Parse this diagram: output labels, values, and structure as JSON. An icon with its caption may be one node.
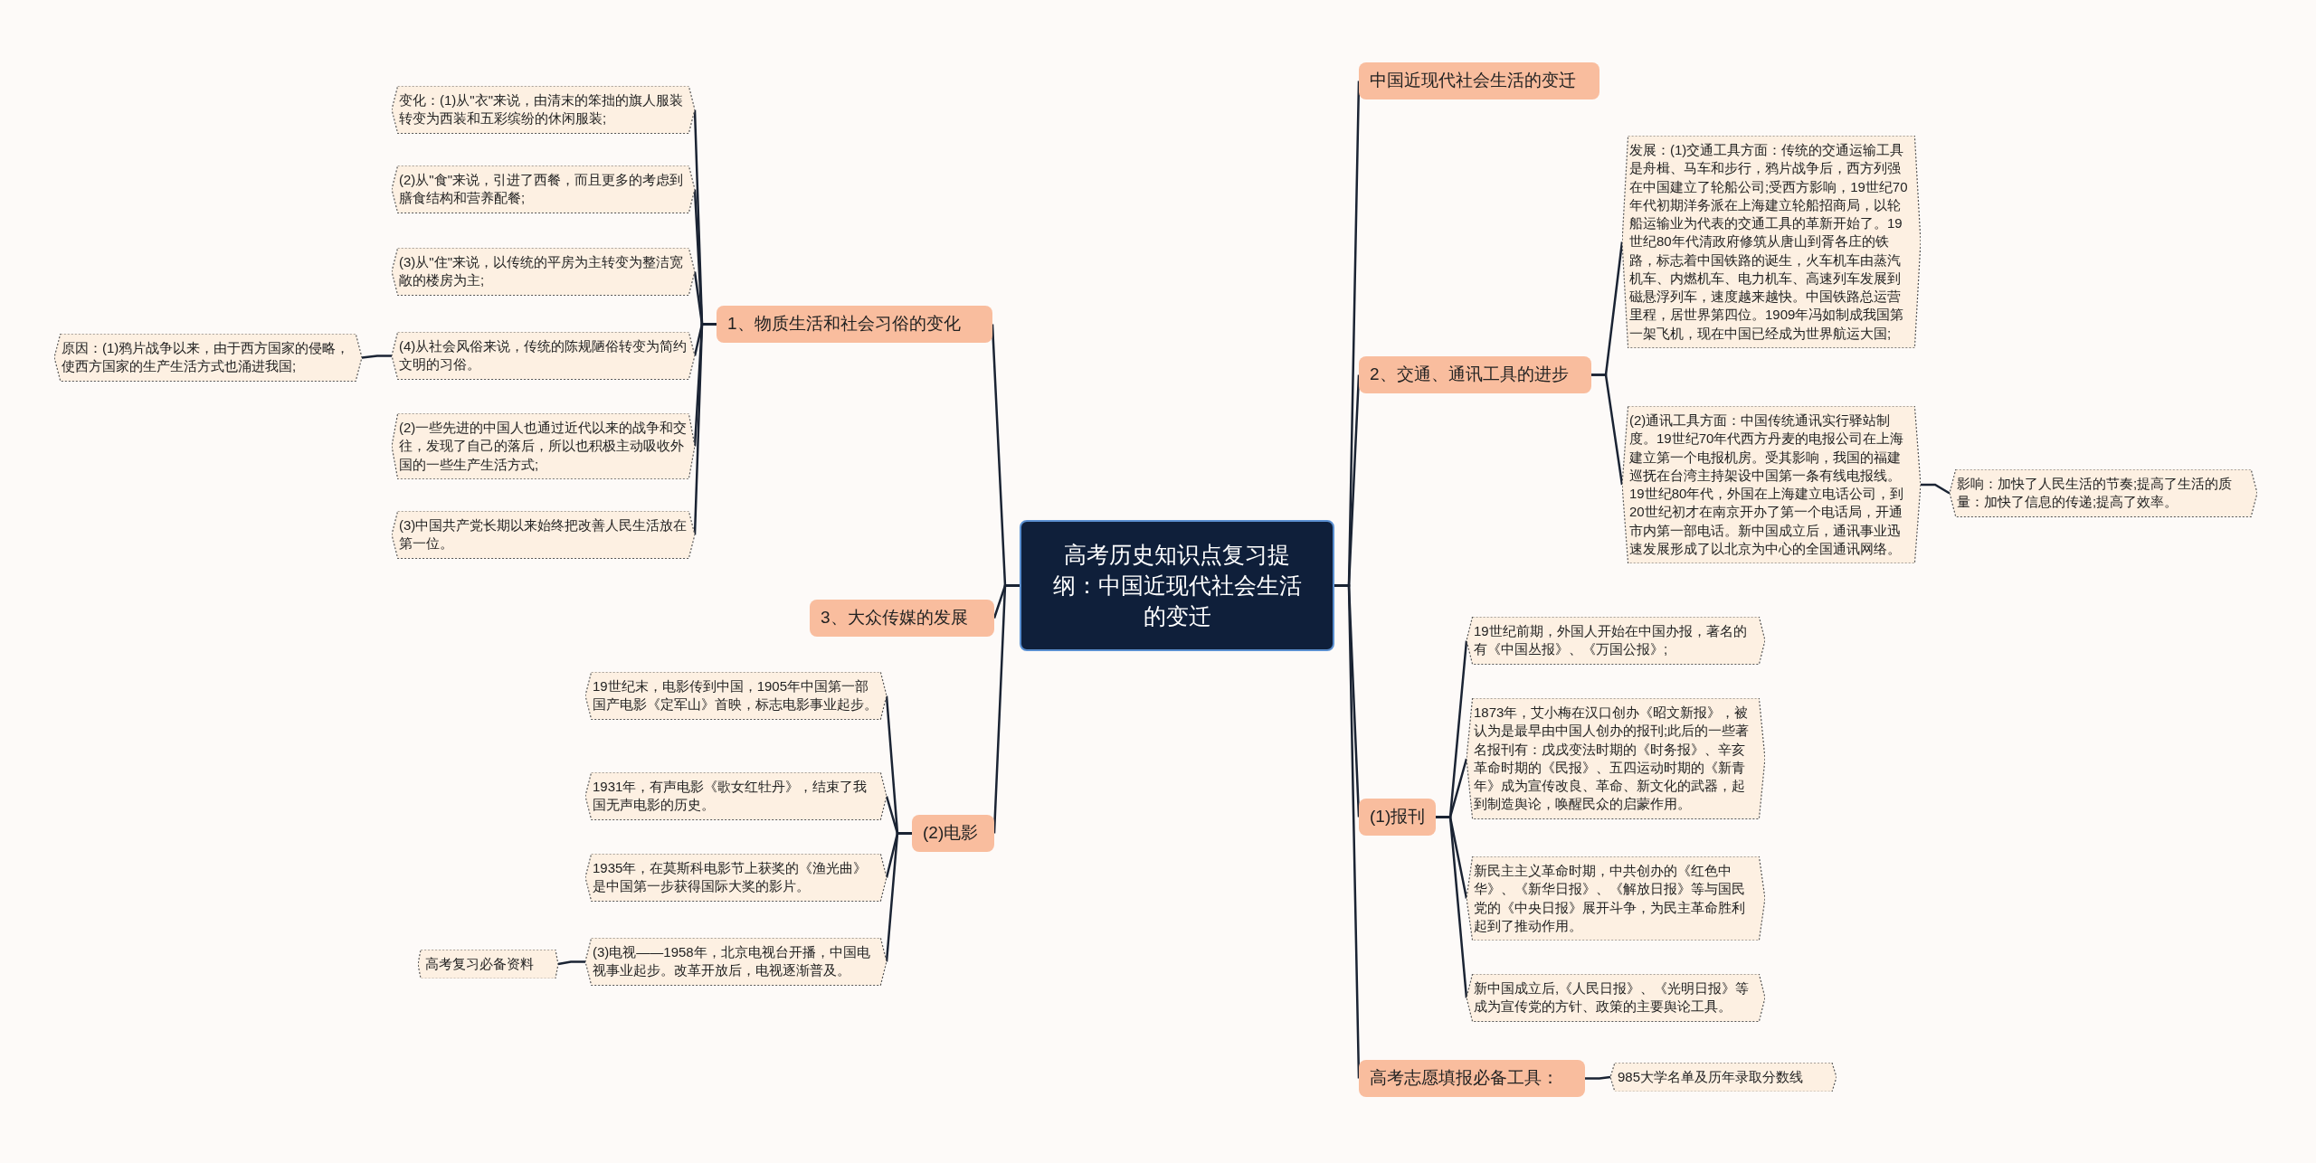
{
  "diagram": {
    "nodes": [
      {
        "text": [
          "高考历史知识点复习提纲：中国近现代社会生活的变迁"
        ]
      },
      {
        "text": [
          "1、物质生活和社会习俗的变化"
        ]
      },
      {
        "text": [
          "变化：(1)从\"衣\"来说，由清末的笨拙的旗人服装转变为西装和五彩缤纷的休闲服装;"
        ]
      },
      {
        "text": [
          "(2)从\"食\"来说，引进了西餐，而且更多的考虑到膳食结构和营养配餐;"
        ]
      },
      {
        "text": [
          "(3)从\"住\"来说，以传统的平房为主转变为整洁宽敞的楼房为主;"
        ]
      },
      {
        "text": [
          "(4)从社会风俗来说，传统的陈规陋俗转变为简约文明的习俗。"
        ]
      },
      {
        "text": [
          "(2)一些先进的中国人也通过近代以来的战争和交往，发现了自己的落后，所以也积极主动吸收外国的一些生产生活方式;"
        ]
      },
      {
        "text": [
          "(3)中国共产党长期以来始终把改善人民生活放在第一位。"
        ]
      },
      {
        "text": [
          "原因：(1)鸦片战争以来，由于西方国家的侵略，使西方国家的生产生活方式也涌进我国;"
        ]
      },
      {
        "text": [
          "3、大众传媒的发展"
        ]
      },
      {
        "text": [
          "(2)电影"
        ]
      },
      {
        "text": [
          "19世纪末，电影传到中国，1905年中国第一部国产电影《定军山》首映，标志电影事业起步。"
        ]
      },
      {
        "text": [
          "1931年，有声电影《歌女红牡丹》，结束了我国无声电影的历史。"
        ]
      },
      {
        "text": [
          "1935年，在莫斯科电影节上获奖的《渔光曲》是中国第一步获得国际大奖的影片。"
        ]
      },
      {
        "text": [
          "(3)电视——1958年，北京电视台开播，中国电视事业起步。改革开放后，电视逐渐普及。"
        ]
      },
      {
        "text": [
          "高考复习必备资料"
        ]
      },
      {
        "text": [
          "中国近现代社会生活的变迁"
        ]
      },
      {
        "text": [
          "2、交通、通讯工具的进步"
        ]
      },
      {
        "text": [
          "发展：(1)交通工具方面：传统的交通运输工具是舟楫、马车和步行，鸦片战争后，西方列强在中国建立了轮船公司;受西方影响，19世纪70年代初期洋务派在上海建立轮船招商局，以轮船运输业为代表的交通工具的革新开始了。19世纪80年代清政府修筑从唐山到胥各庄的铁路，标志着中国铁路的诞生，火车机车由蒸汽机车、内燃机车、电力机车、高速列车发展到磁悬浮列车，速度越来越快。中国铁路总运营里程，居世界第四位。1909年冯如制成我国第一架飞机，现在中国已经成为世界航运大国;"
        ]
      },
      {
        "text": [
          "(2)通讯工具方面：中国传统通讯实行驿站制度。19世纪70年代西方丹麦的电报公司在上海建立第一个电报机房。受其影响，我国的福建巡抚在台湾主持架设中国第一条有线电报线。19世纪80年代，外国在上海建立电话公司，到20世纪初才在南京开办了第一个电话局，开通市内第一部电话。新中国成立后，通讯事业迅速发展形成了以北京为中心的全国通讯网络。"
        ]
      },
      {
        "text": [
          "影响：加快了人民生活的节奏;提高了生活的质量：加快了信息的传递;提高了效率。"
        ]
      },
      {
        "text": [
          "(1)报刊"
        ]
      },
      {
        "text": [
          "19世纪前期，外国人开始在中国办报，著名的有《中国丛报》、《万国公报》;"
        ]
      },
      {
        "text": [
          "1873年，艾小梅在汉口创办《昭文新报》，被认为是最早由中国人创办的报刊;此后的一些著名报刊有：戊戌变法时期的《时务报》、辛亥革命时期的《民报》、五四运动时期的《新青年》成为宣传改良、革命、新文化的武器，起到制造舆论，唤醒民众的启蒙作用。"
        ]
      },
      {
        "text": [
          "新民主主义革命时期，中共创办的《红色中华》、《新华日报》、《解放日报》等与国民党的《中央日报》展开斗争，为民主革命胜利起到了推动作用。"
        ]
      },
      {
        "text": [
          "新中国成立后,《人民日报》、《光明日报》等成为宣传党的方针、政策的主要舆论工具。"
        ]
      },
      {
        "text": [
          "高考志愿填报必备工具："
        ]
      },
      {
        "text": [
          "985大学名单及历年录取分数线"
        ]
      }
    ],
    "edges": [
      {
        "from": 0,
        "to": 1,
        "arrow": "none"
      },
      {
        "from": 1,
        "to": 2,
        "arrow": "none"
      },
      {
        "from": 1,
        "to": 3,
        "arrow": "none"
      },
      {
        "from": 1,
        "to": 4,
        "arrow": "none"
      },
      {
        "from": 1,
        "to": 5,
        "arrow": "none"
      },
      {
        "from": 1,
        "to": 6,
        "arrow": "none"
      },
      {
        "from": 1,
        "to": 7,
        "arrow": "none"
      },
      {
        "from": 5,
        "to": 8,
        "arrow": "none"
      },
      {
        "from": 0,
        "to": 9,
        "arrow": "none"
      },
      {
        "from": 0,
        "to": 10,
        "arrow": "none"
      },
      {
        "from": 10,
        "to": 11,
        "arrow": "none"
      },
      {
        "from": 10,
        "to": 12,
        "arrow": "none"
      },
      {
        "from": 10,
        "to": 13,
        "arrow": "none"
      },
      {
        "from": 10,
        "to": 14,
        "arrow": "none"
      },
      {
        "from": 14,
        "to": 15,
        "arrow": "none"
      },
      {
        "from": 0,
        "to": 16,
        "arrow": "none"
      },
      {
        "from": 0,
        "to": 17,
        "arrow": "none"
      },
      {
        "from": 17,
        "to": 18,
        "arrow": "none"
      },
      {
        "from": 17,
        "to": 19,
        "arrow": "none"
      },
      {
        "from": 19,
        "to": 20,
        "arrow": "none"
      },
      {
        "from": 0,
        "to": 21,
        "arrow": "none"
      },
      {
        "from": 21,
        "to": 22,
        "arrow": "none"
      },
      {
        "from": 21,
        "to": 23,
        "arrow": "none"
      },
      {
        "from": 21,
        "to": 24,
        "arrow": "none"
      },
      {
        "from": 21,
        "to": 25,
        "arrow": "none"
      },
      {
        "from": 0,
        "to": 26,
        "arrow": "none"
      },
      {
        "from": 26,
        "to": 27,
        "arrow": "none"
      }
    ]
  }
}
